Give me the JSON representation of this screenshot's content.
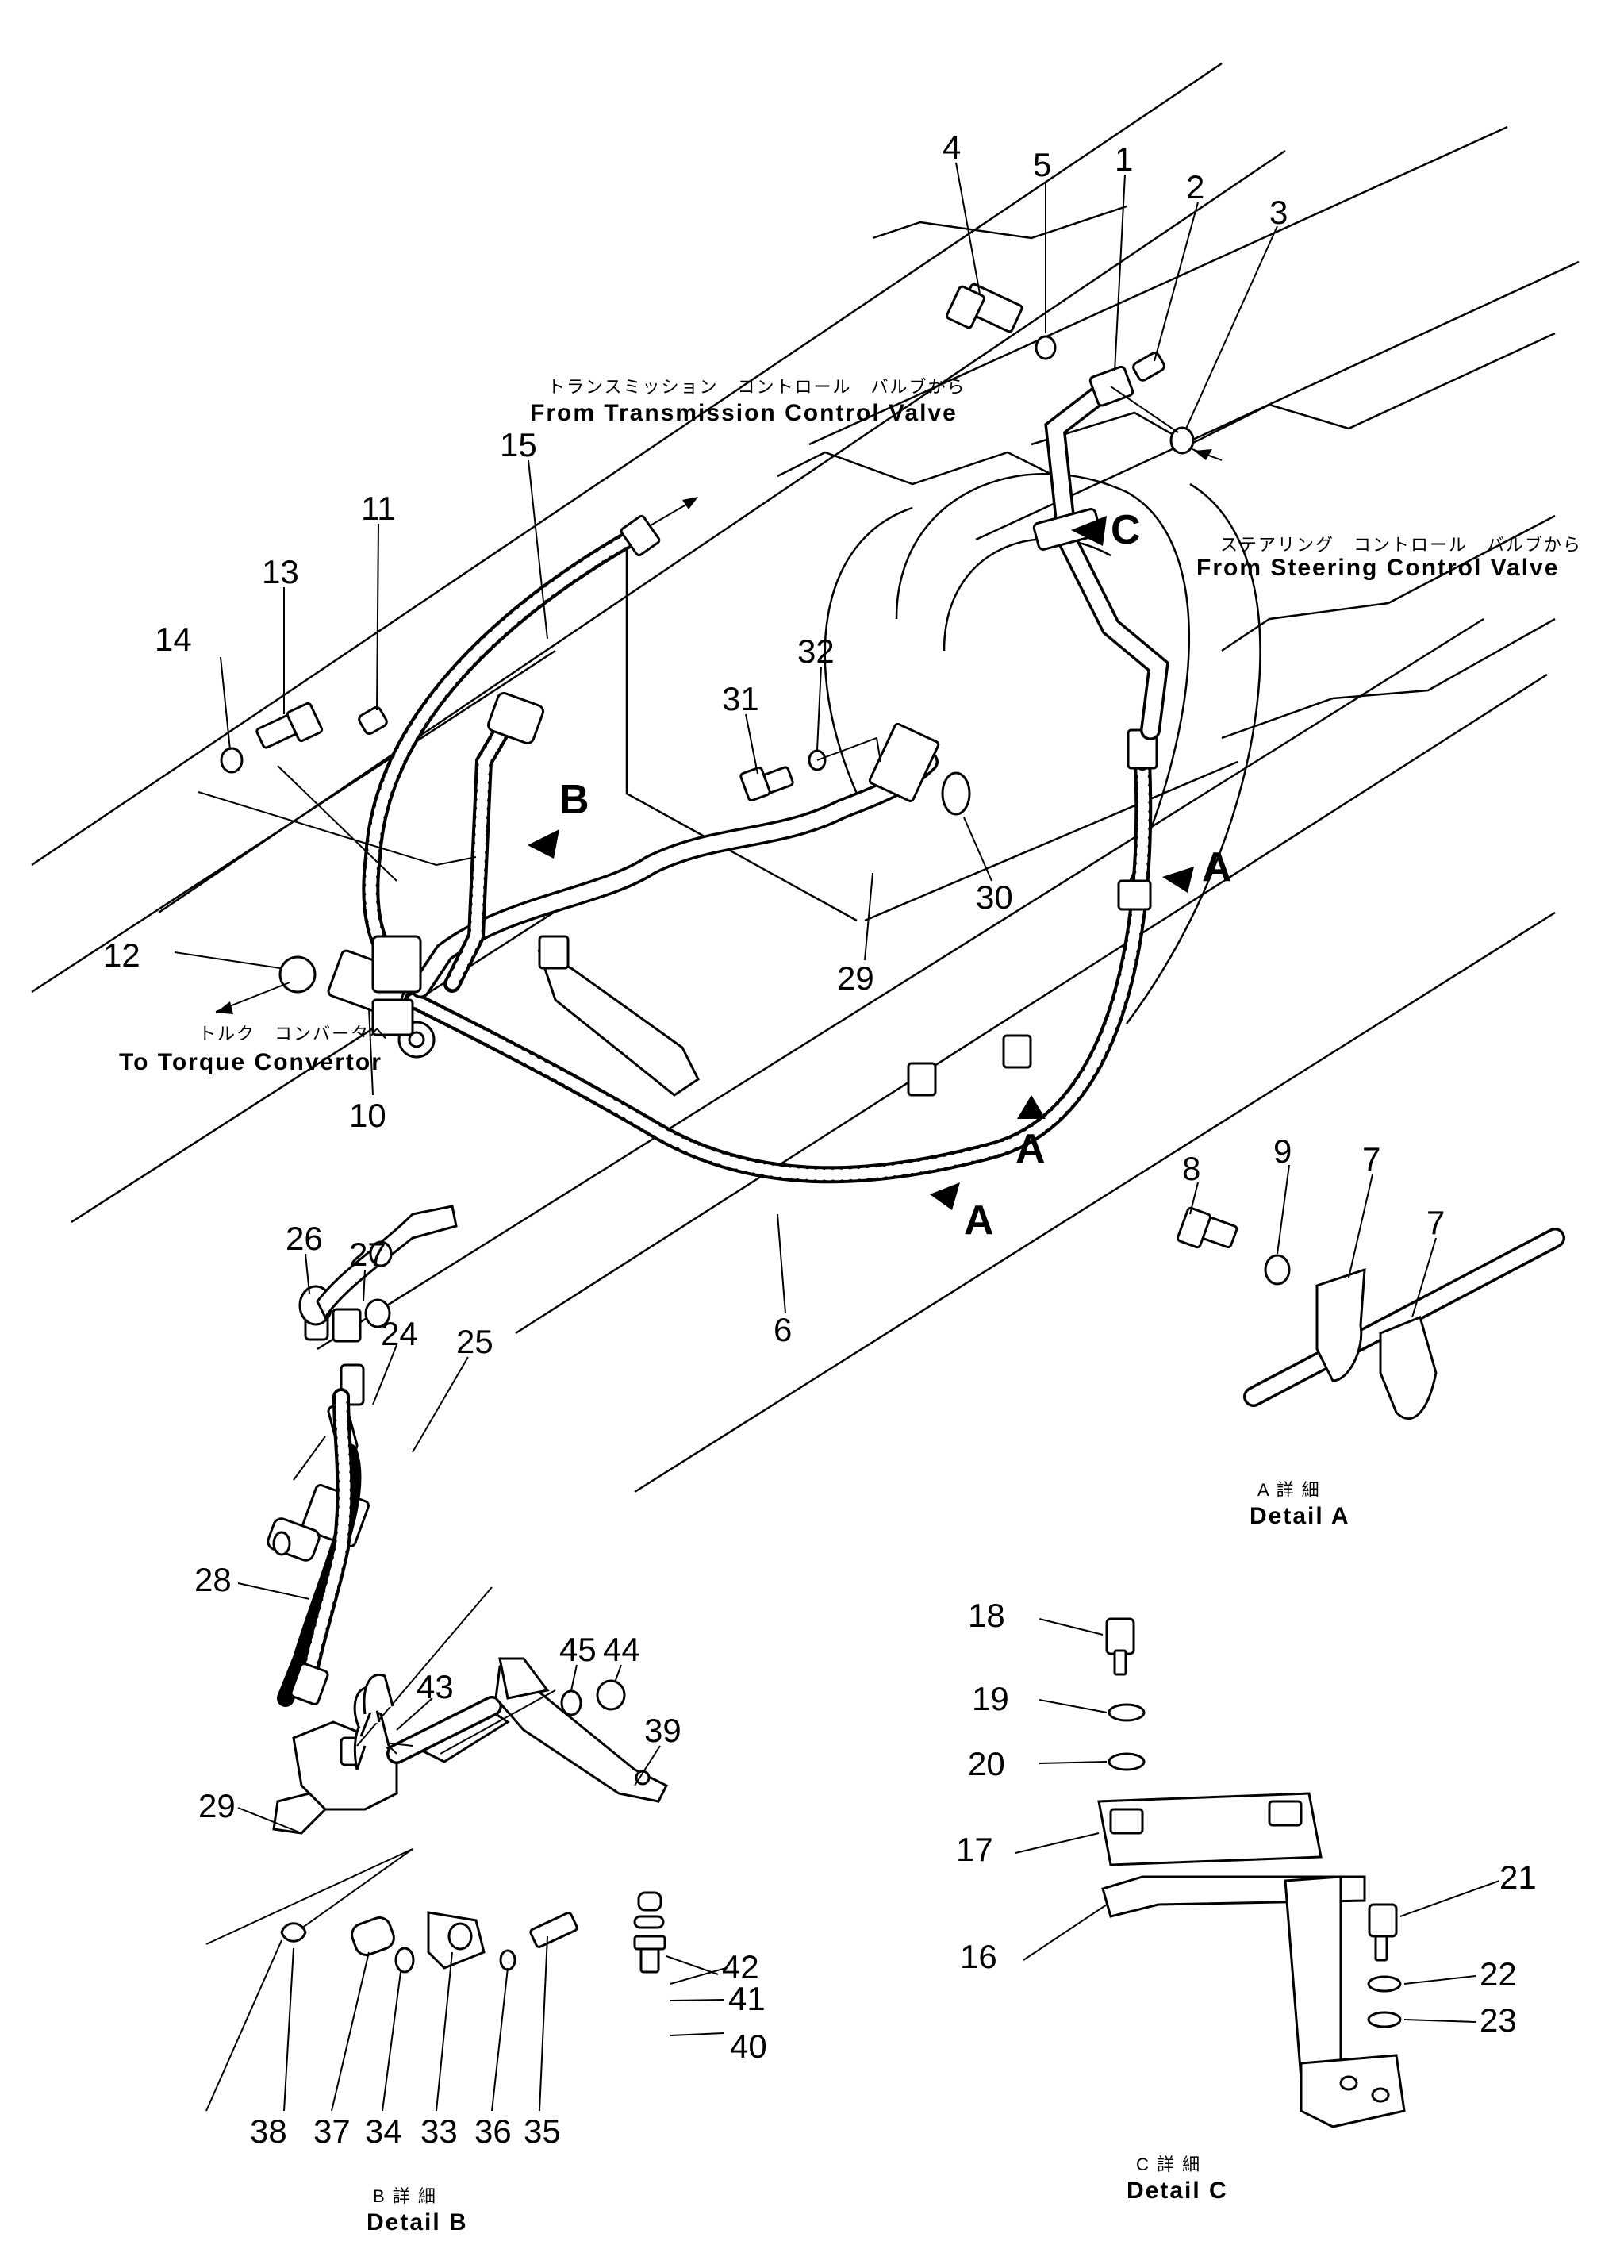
{
  "labels": {
    "from_transmission_jp": "トランスミッション　コントロール　バルブから",
    "from_transmission_en": "From  Transmission  Control  Valve",
    "from_steering_jp": "ステアリング　コントロール　バルブから",
    "from_steering_en": "From  Steering  Control  Valve",
    "to_torque_jp": "トルク　コンバータへ",
    "to_torque_en": "To  Torque  Convertor",
    "detail_a_jp": "A  詳  細",
    "detail_a_en": "Detail  A",
    "detail_b_jp": "B  詳  細",
    "detail_b_en": "Detail  B",
    "detail_c_jp": "C  詳  細",
    "detail_c_en": "Detail  C"
  },
  "view_markers": {
    "a": "A",
    "b": "B",
    "c": "C"
  },
  "part_numbers": {
    "p1": "1",
    "p2": "2",
    "p3": "3",
    "p4": "4",
    "p5": "5",
    "p6": "6",
    "p7": "7",
    "p8": "8",
    "p9": "9",
    "p10": "10",
    "p11": "11",
    "p12": "12",
    "p13": "13",
    "p14": "14",
    "p15": "15",
    "p16": "16",
    "p17": "17",
    "p18": "18",
    "p19": "19",
    "p20": "20",
    "p21": "21",
    "p22": "22",
    "p23": "23",
    "p24": "24",
    "p25": "25",
    "p26": "26",
    "p27": "27",
    "p28": "28",
    "p29": "29",
    "p30": "30",
    "p31": "31",
    "p32": "32",
    "p33": "33",
    "p34": "34",
    "p35": "35",
    "p36": "36",
    "p37": "37",
    "p38": "38",
    "p39": "39",
    "p40": "40",
    "p41": "41",
    "p42": "42",
    "p43": "43",
    "p44": "44",
    "p45": "45"
  }
}
